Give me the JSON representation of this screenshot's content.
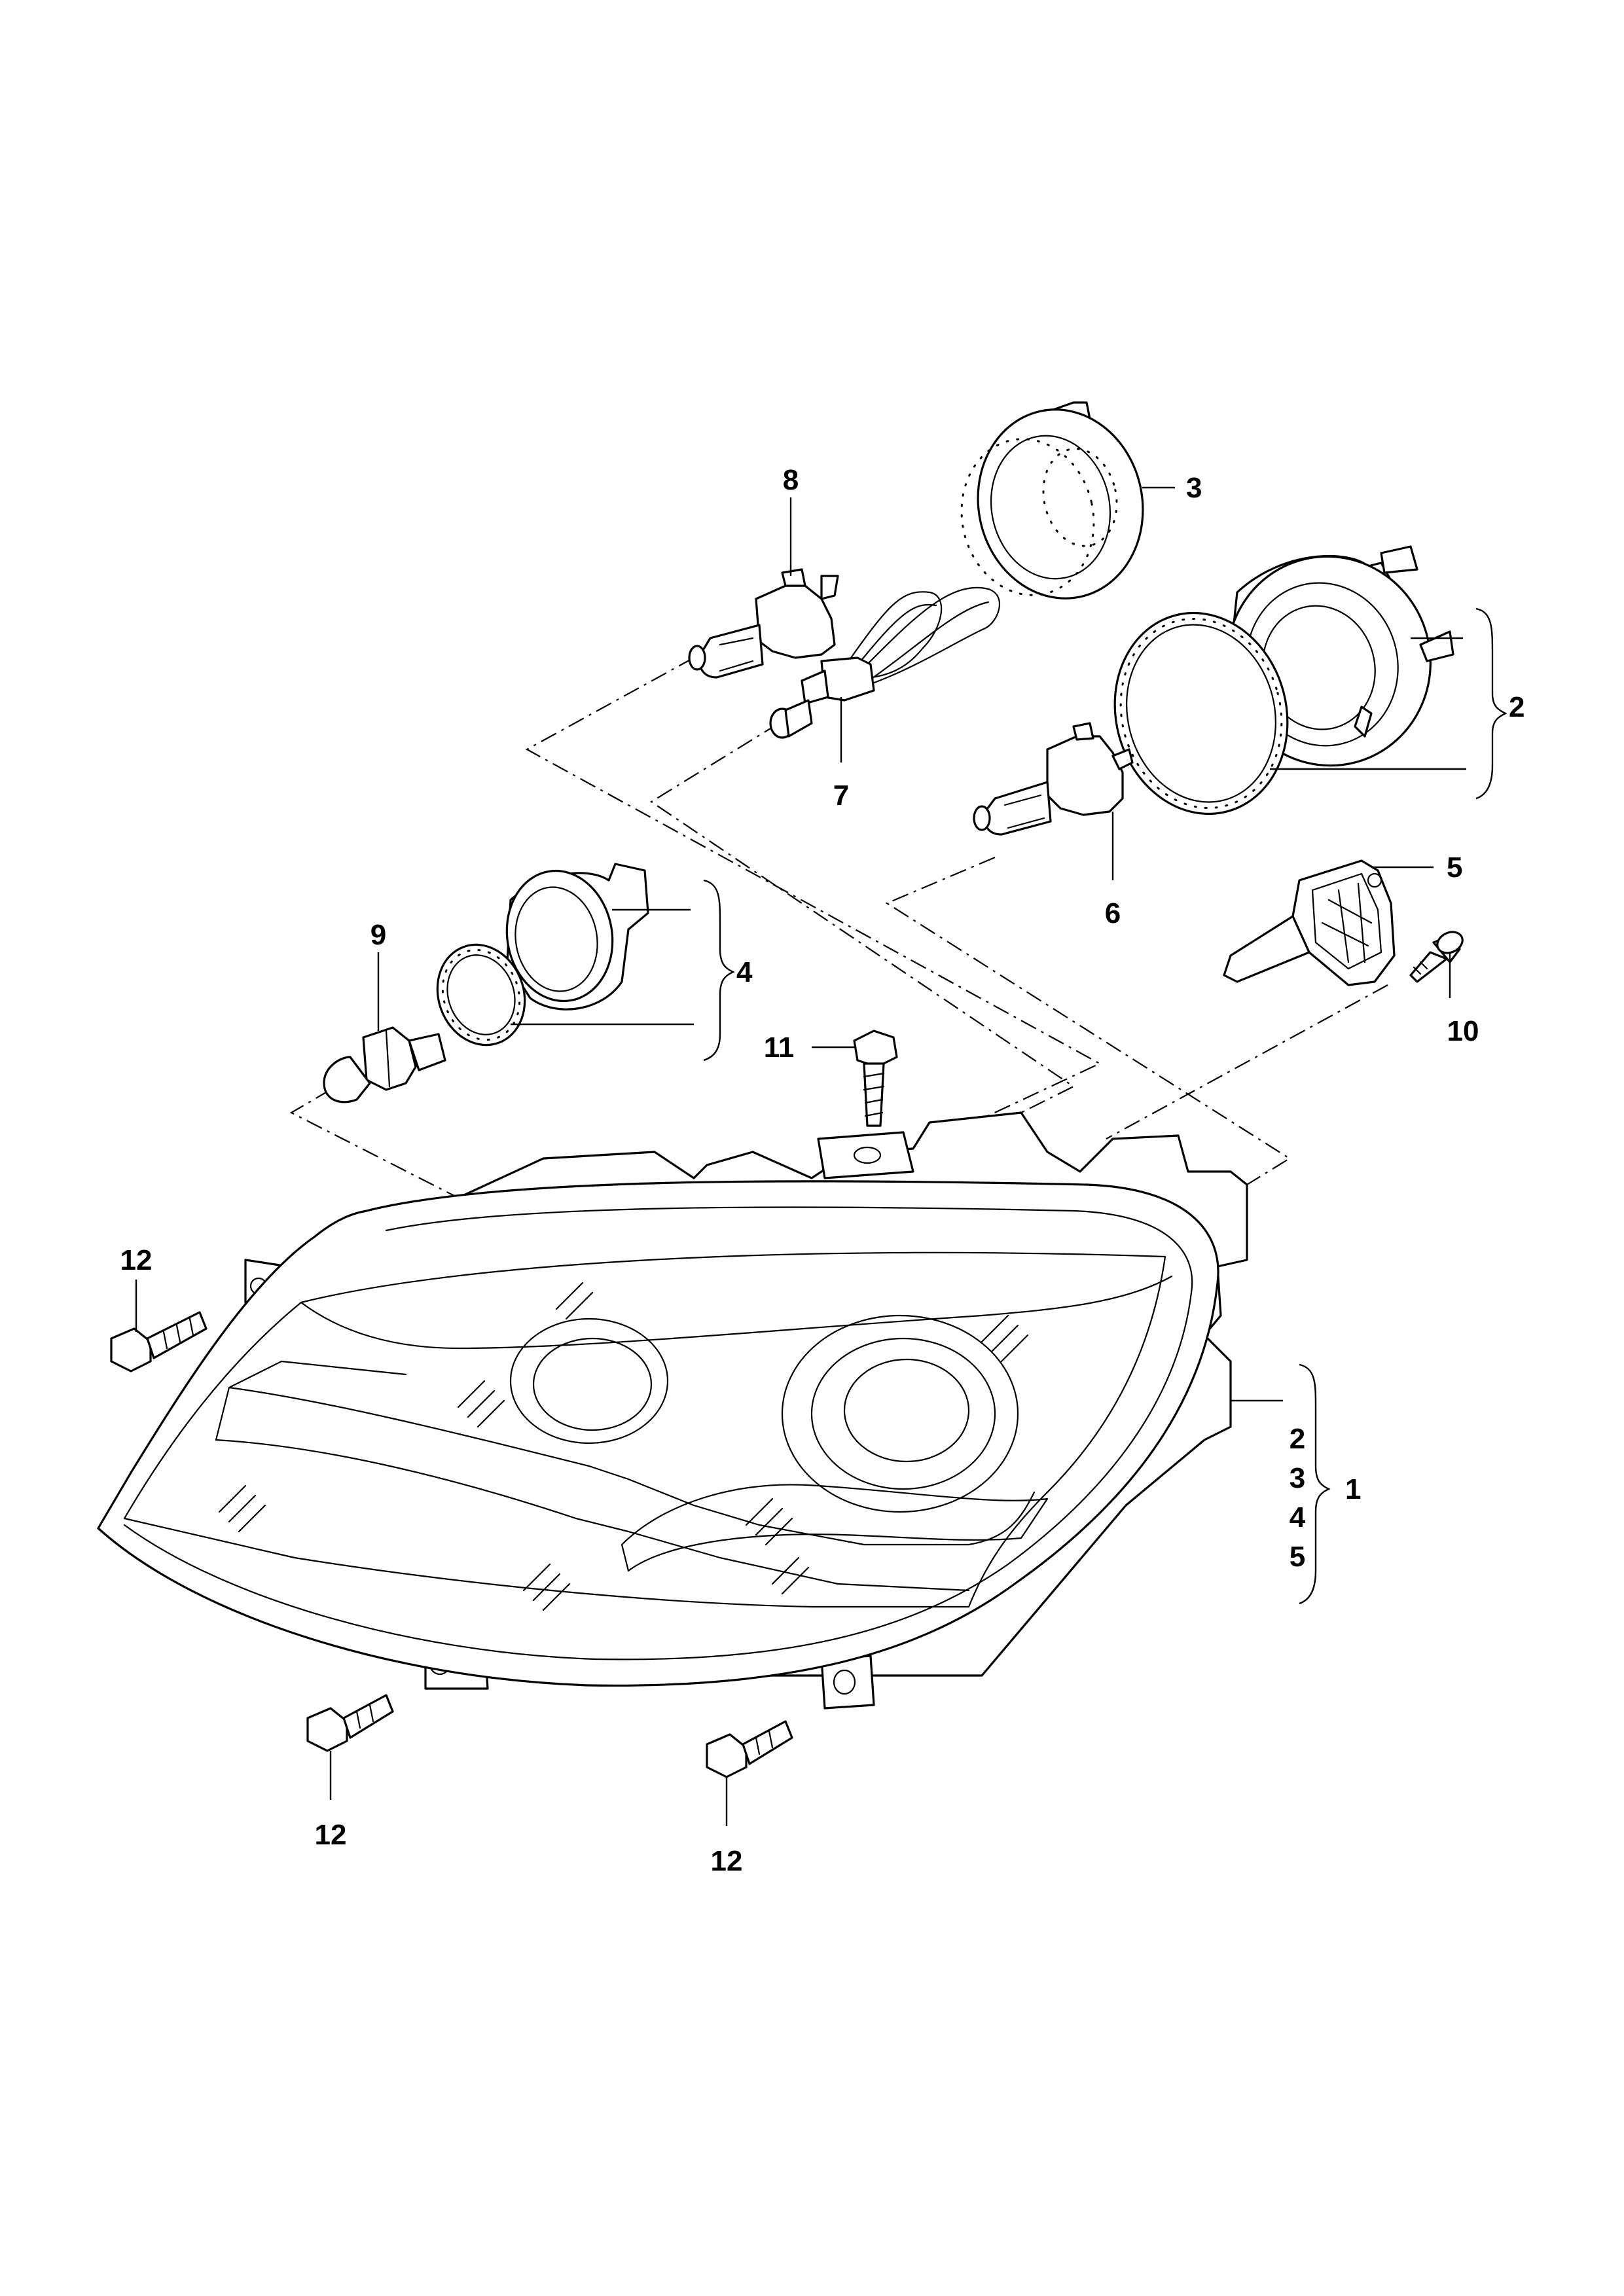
{
  "callouts": {
    "c1": "1",
    "c2": "2",
    "c3": "3",
    "c4": "4",
    "c5": "5",
    "c6": "6",
    "c7": "7",
    "c8": "8",
    "c9": "9",
    "c10": "10",
    "c11": "11",
    "c12a": "12",
    "c12b": "12",
    "c12c": "12"
  },
  "kit_list": [
    "2",
    "3",
    "4",
    "5"
  ]
}
